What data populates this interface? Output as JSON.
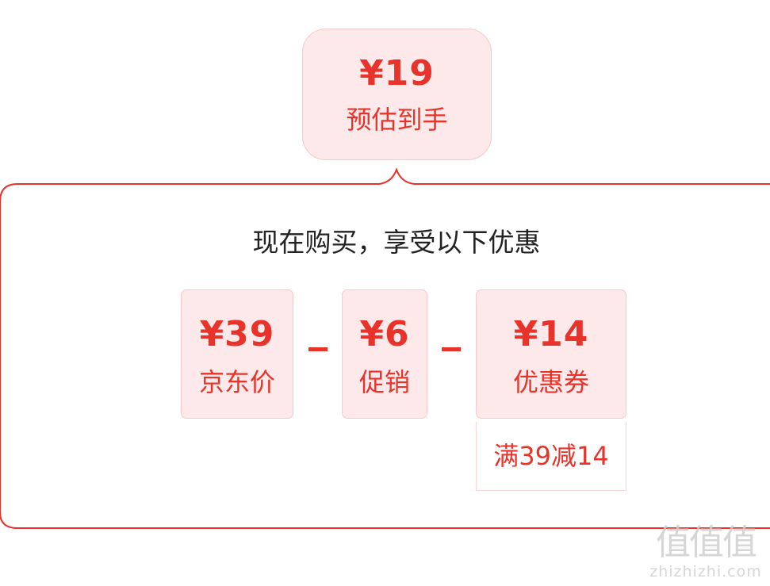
{
  "estimate": {
    "price": "¥19",
    "label": "预估到手"
  },
  "panel": {
    "headline": "现在购买，享受以下优惠"
  },
  "breakdown": [
    {
      "price": "¥39",
      "label": "京东价"
    },
    {
      "price": "¥6",
      "label": "促销"
    },
    {
      "price": "¥14",
      "label": "优惠券"
    }
  ],
  "operator": "-",
  "coupon_condition": "满39减14",
  "watermark": {
    "logo": "值值值",
    "url": "zhizhizhi.com"
  },
  "colors": {
    "accent": "#e8332a",
    "card_bg": "#fde9e9",
    "card_border": "#f7c9c9"
  }
}
